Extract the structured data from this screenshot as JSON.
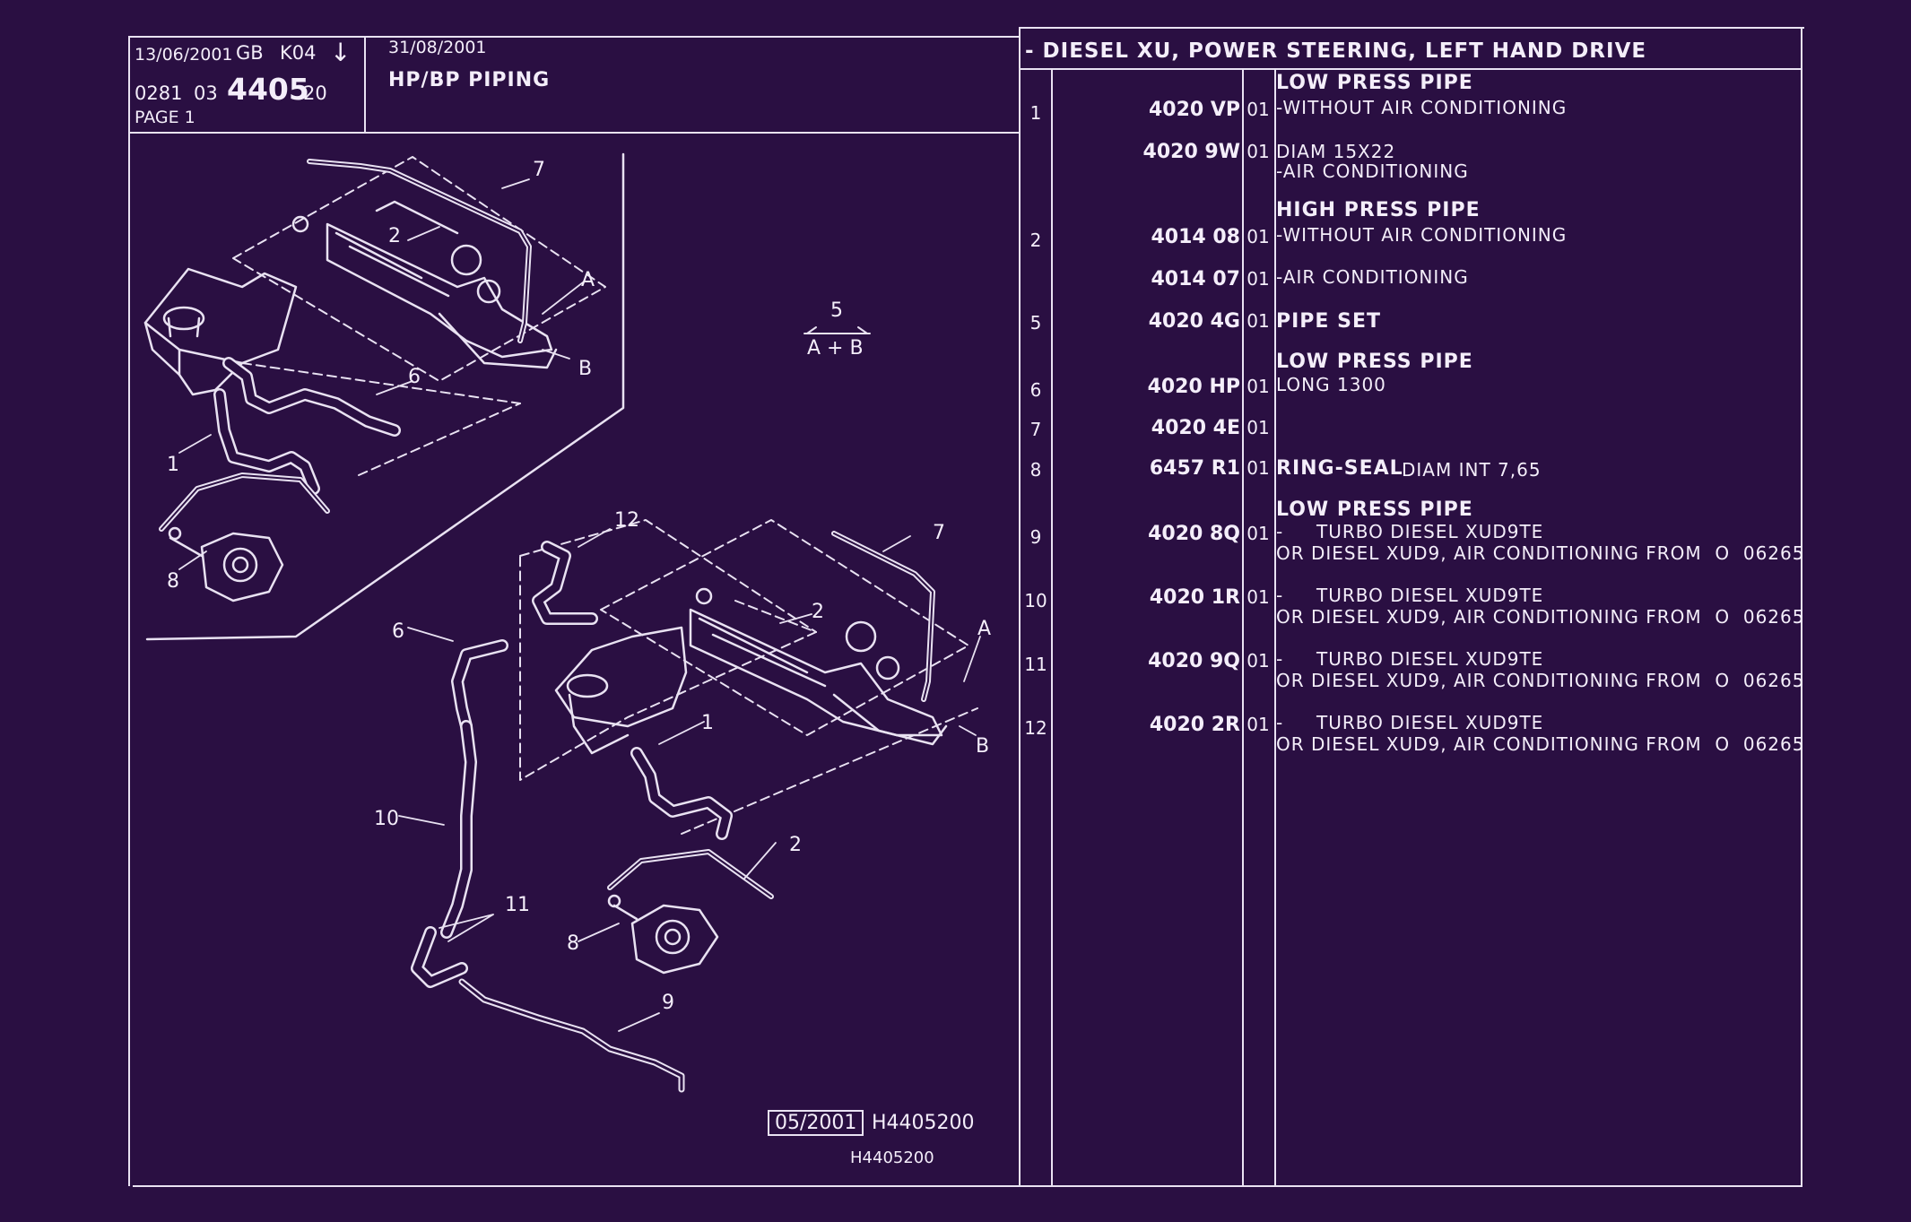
{
  "header": {
    "date1": "13/06/2001",
    "market": "GB",
    "code": "K04",
    "arrow": "↓",
    "num_a": "0281",
    "num_b": "03",
    "plate": "4405",
    "num_c": "20",
    "page": "PAGE 1",
    "date2": "31/08/2001",
    "title": "HP/BP PIPING"
  },
  "section_title": "- DIESEL XU, POWER STEERING, LEFT HAND DRIVE",
  "parts": [
    {
      "idx": "",
      "ref": "",
      "qty": "",
      "heading": "LOW PRESS PIPE",
      "desc": "",
      "desc2": ""
    },
    {
      "idx": "1",
      "ref": "4020 VP",
      "qty": "01",
      "heading": "",
      "desc": "-WITHOUT AIR CONDITIONING",
      "desc2": ""
    },
    {
      "idx": "",
      "ref": "4020 9W",
      "qty": "01",
      "heading": "",
      "desc": "DIAM 15X22",
      "desc2": "-AIR CONDITIONING"
    },
    {
      "idx": "",
      "ref": "",
      "qty": "",
      "heading": "HIGH PRESS PIPE",
      "desc": "",
      "desc2": ""
    },
    {
      "idx": "2",
      "ref": "4014 08",
      "qty": "01",
      "heading": "",
      "desc": "-WITHOUT AIR CONDITIONING",
      "desc2": ""
    },
    {
      "idx": "",
      "ref": "4014 07",
      "qty": "01",
      "heading": "",
      "desc": "-AIR CONDITIONING",
      "desc2": ""
    },
    {
      "idx": "5",
      "ref": "4020 4G",
      "qty": "01",
      "heading": "PIPE SET",
      "desc": "",
      "desc2": ""
    },
    {
      "idx": "",
      "ref": "",
      "qty": "",
      "heading": "LOW PRESS PIPE",
      "desc": "",
      "desc2": ""
    },
    {
      "idx": "6",
      "ref": "4020 HP",
      "qty": "01",
      "heading": "",
      "desc": "LONG 1300",
      "desc2": ""
    },
    {
      "idx": "7",
      "ref": "4020 4E",
      "qty": "01",
      "heading": "",
      "desc": "",
      "desc2": ""
    },
    {
      "idx": "8",
      "ref": "6457 R1",
      "qty": "01",
      "heading": "RING-SEAL",
      "desc": "DIAM INT 7,65",
      "desc2": ""
    },
    {
      "idx": "",
      "ref": "",
      "qty": "",
      "heading": "LOW PRESS PIPE",
      "desc": "",
      "desc2": ""
    },
    {
      "idx": "9",
      "ref": "4020 8Q",
      "qty": "01",
      "heading": "",
      "desc": "-     TURBO DIESEL XUD9TE",
      "desc2": "OR DIESEL XUD9, AIR CONDITIONING FROM  O  06265"
    },
    {
      "idx": "10",
      "ref": "4020 1R",
      "qty": "01",
      "heading": "",
      "desc": "-     TURBO DIESEL XUD9TE",
      "desc2": "OR DIESEL XUD9, AIR CONDITIONING FROM  O  06265"
    },
    {
      "idx": "11",
      "ref": "4020 9Q",
      "qty": "01",
      "heading": "",
      "desc": "-     TURBO DIESEL XUD9TE",
      "desc2": "OR DIESEL XUD9, AIR CONDITIONING FROM  O  06265"
    },
    {
      "idx": "12",
      "ref": "4020 2R",
      "qty": "01",
      "heading": "",
      "desc": "-     TURBO DIESEL XUD9TE",
      "desc2": "OR DIESEL XUD9, AIR CONDITIONING FROM  O  06265"
    }
  ],
  "drawing": {
    "callouts": [
      "7",
      "2",
      "A",
      "B",
      "6",
      "1",
      "8",
      "5",
      "A + B",
      "12",
      "7",
      "2",
      "A",
      "6",
      "1",
      "B",
      "2",
      "10",
      "11",
      "8",
      "9"
    ],
    "date_box": "05/2001",
    "ref_code": "H4405200",
    "ref_code_small": "H4405200"
  },
  "colors": {
    "background": "#2a0f42",
    "line": "#e9e2f2"
  }
}
